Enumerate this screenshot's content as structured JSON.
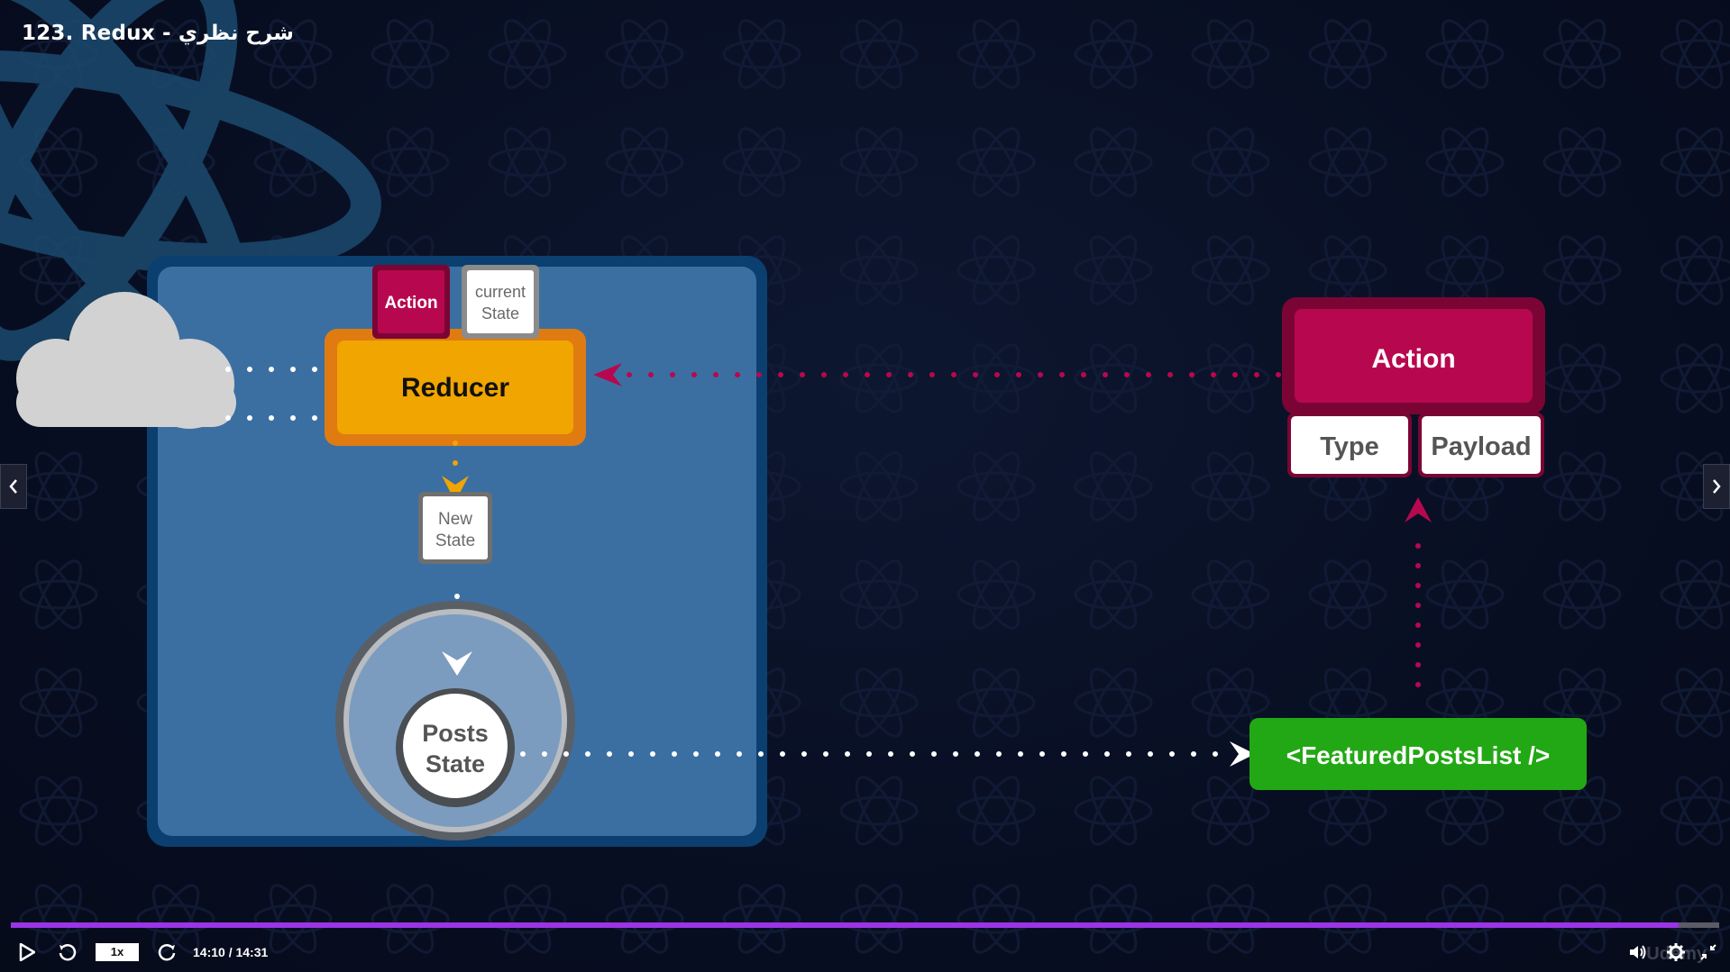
{
  "video": {
    "title": "123. Redux - شرح نظري"
  },
  "diagram": {
    "top_action_label": "Action",
    "current_state_line1": "current",
    "current_state_line2": "State",
    "reducer_label": "Reducer",
    "new_state_line1": "New",
    "new_state_line2": "State",
    "posts_state_line1": "Posts",
    "posts_state_line2": "State",
    "action_label": "Action",
    "type_label": "Type",
    "payload_label": "Payload",
    "component_label": "<FeaturedPostsList />"
  },
  "controls": {
    "speed": "1x",
    "time": "14:10 / 14:31",
    "progress_fraction": 0.976
  },
  "watermark": "Udemy",
  "icons": {
    "play": "play-icon",
    "rewind": "rewind-icon",
    "forward": "forward-icon",
    "volume": "volume-icon",
    "settings": "gear-icon",
    "fullscreen": "exit-fullscreen-icon",
    "prev": "chevron-left-icon",
    "next": "chevron-right-icon"
  },
  "colors": {
    "store_box": "#3b6fa2",
    "reducer": "#f0a500",
    "reducer_border": "#e07b12",
    "action": "#b7084f",
    "component": "#23a815",
    "progress": "#9b34e6"
  }
}
